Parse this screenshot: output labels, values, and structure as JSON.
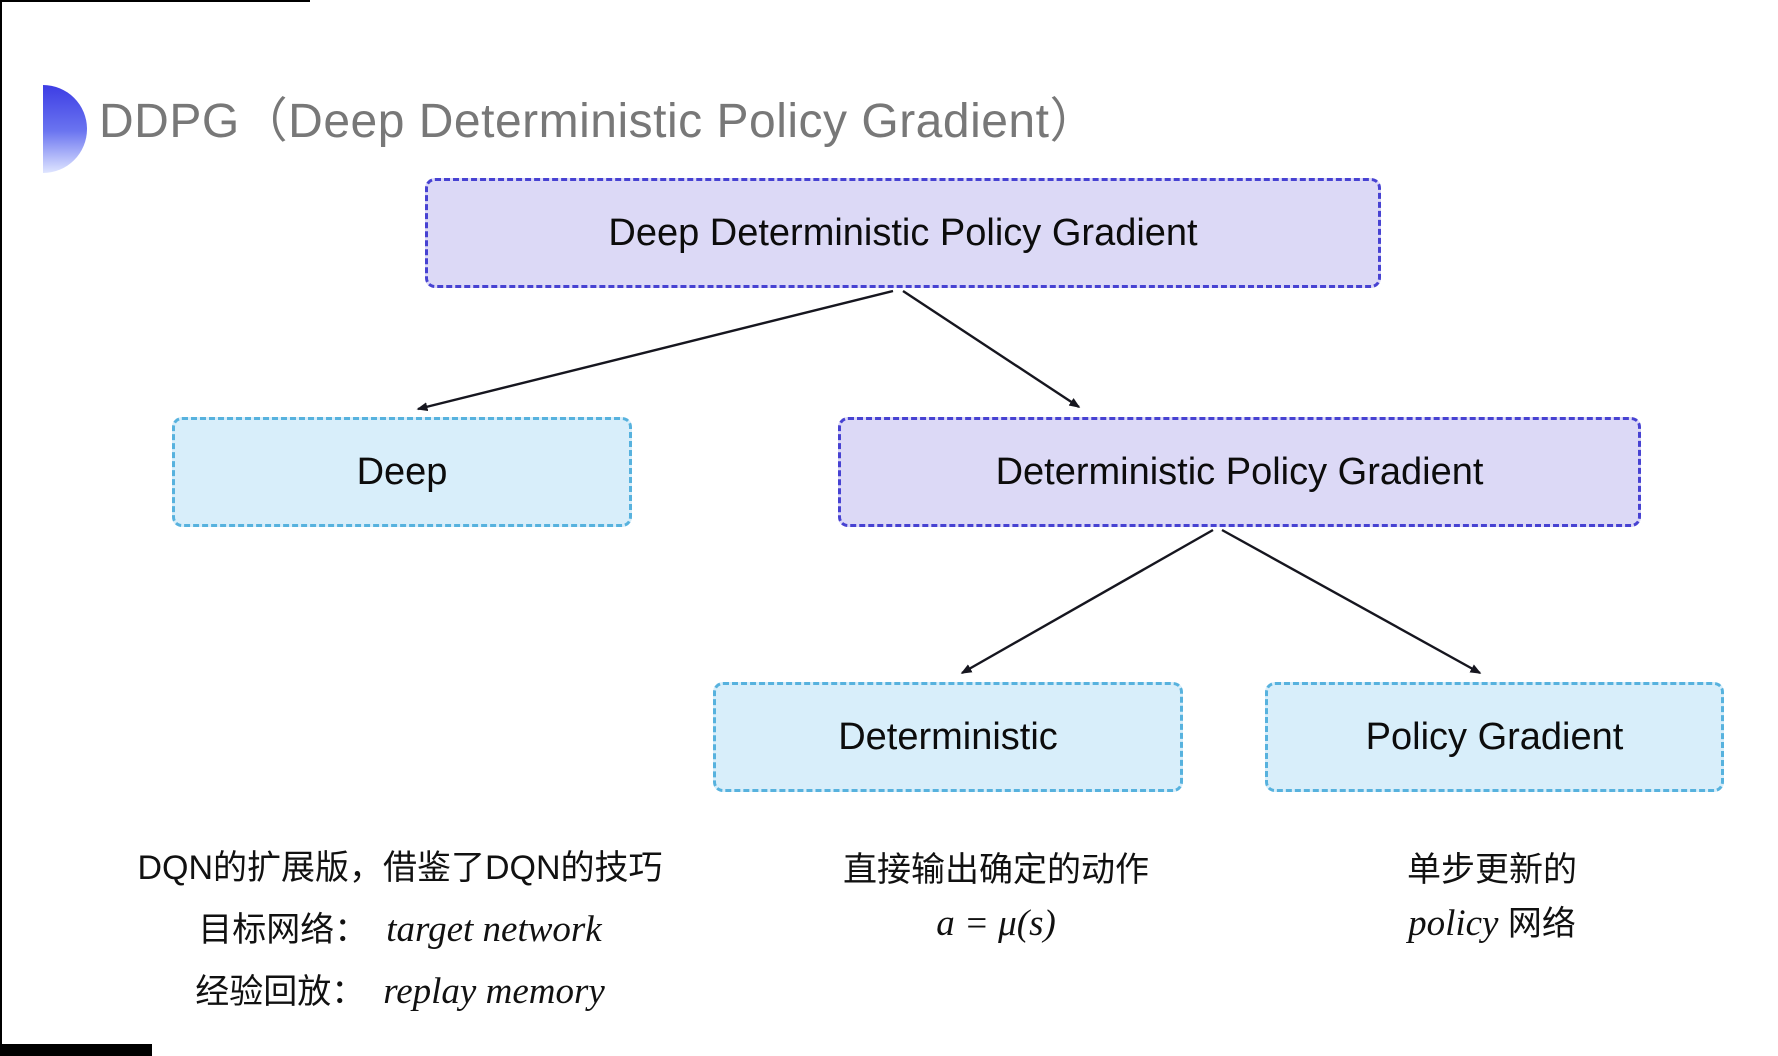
{
  "title": {
    "text": "DDPG（Deep Deterministic Policy Gradient）"
  },
  "diagram": {
    "root": "Deep Deterministic Policy Gradient",
    "children": [
      "Deep",
      "Deterministic Policy Gradient"
    ],
    "grandchildren": [
      "Deterministic",
      "Policy Gradient"
    ]
  },
  "annotations": {
    "deep": {
      "line1": "DQN的扩展版，借鉴了DQN的技巧",
      "items": [
        {
          "zh": "目标网络：",
          "en": "target network"
        },
        {
          "zh": "经验回放：",
          "en": "replay memory"
        }
      ]
    },
    "deterministic": {
      "line1": "直接输出确定的动作",
      "formula": "a = μ(s)"
    },
    "policyGradient": {
      "line1": "单步更新的",
      "en": "policy",
      "zh": " 网络"
    }
  },
  "colors": {
    "purpleFill": "#dcd9f6",
    "purpleBorder": "#4742d2",
    "blueFill": "#d8eefa",
    "blueBorder": "#57b2de",
    "titleGray": "#787878",
    "arrow": "#16161f",
    "bulletGradientTop": "#3d3de4",
    "bulletGradientBottom": "#dfe5ff"
  }
}
